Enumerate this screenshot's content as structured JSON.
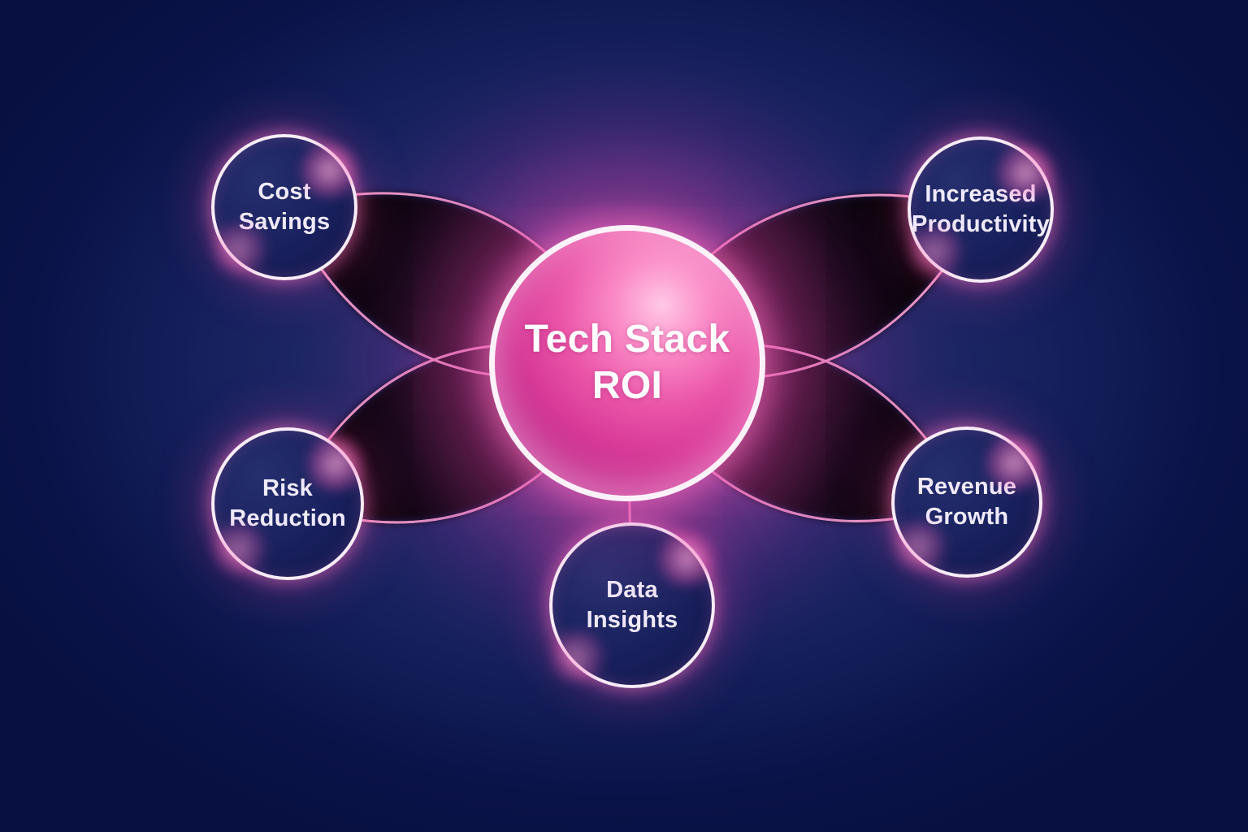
{
  "title": "Tech Stack ROI diagram",
  "center": {
    "line1": "Tech Stack",
    "line2": "ROI"
  },
  "nodes": {
    "cost_savings": {
      "line1": "Cost",
      "line2": "Savings"
    },
    "increased_productivity": {
      "line1": "Increased",
      "line2": "Productivity"
    },
    "risk_reduction": {
      "line1": "Risk",
      "line2": "Reduction"
    },
    "revenue_growth": {
      "line1": "Revenue",
      "line2": "Growth"
    },
    "data_insights": {
      "line1": "Data",
      "line2": "Insights"
    }
  },
  "colors": {
    "background_navy": "#0a1148",
    "accent_pink": "#ff3d9a",
    "line_core_pink": "#ffa6d2",
    "center_fill_pink": "#e2429f",
    "node_fill_navy": "#1b2360",
    "ring_white": "#f9ecf7",
    "text_white": "#ffffff"
  }
}
